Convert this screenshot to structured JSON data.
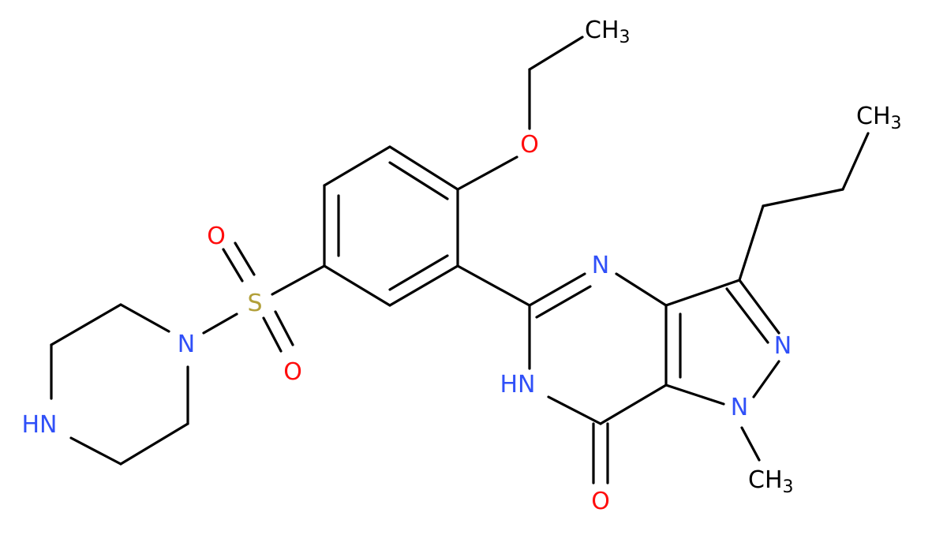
{
  "colors": {
    "bond": "#000000",
    "carbon": "#000000",
    "nitrogen": "#3050F8",
    "oxygen": "#FF0D0D",
    "sulfur": "#B2A03A"
  },
  "atoms": {
    "ethyl_ch3": {
      "main": "CH",
      "sub": "3"
    },
    "ether_o": {
      "main": "O"
    },
    "propyl_ch3": {
      "main": "CH",
      "sub": "3"
    },
    "sulfonyl_o_top": {
      "main": "O"
    },
    "sulfonyl_s": {
      "main": "S"
    },
    "sulfonyl_o_bottom": {
      "main": "O"
    },
    "piperazine_n": {
      "main": "N"
    },
    "piperazine_nh": {
      "main": "HN"
    },
    "pyrimidine_n": {
      "main": "N"
    },
    "pyrazole_n2": {
      "main": "N"
    },
    "pyrimidine_nh": {
      "main": "HN"
    },
    "pyrazole_n1": {
      "main": "N"
    },
    "n_methyl_ch3": {
      "main": "CH",
      "sub": "3"
    },
    "carbonyl_o": {
      "main": "O"
    }
  }
}
